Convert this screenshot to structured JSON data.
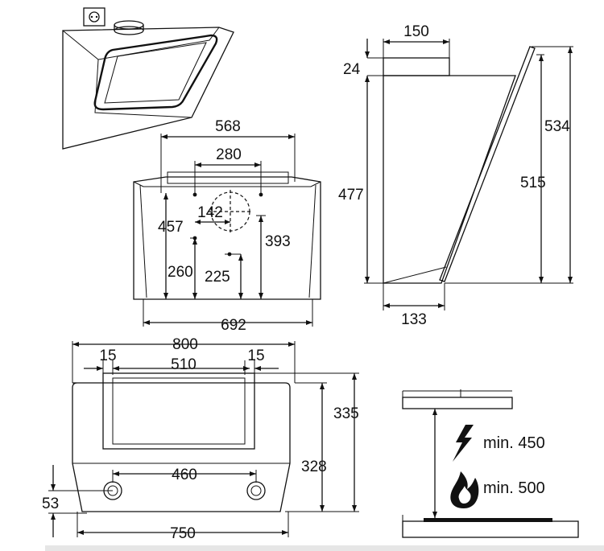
{
  "front_view": {
    "dims": {
      "width_top": "568",
      "holes_top": "280",
      "duct_offset": "142",
      "left_height": "457",
      "right_height": "393",
      "low_left": "260",
      "low_right": "225",
      "width_bottom": "692"
    }
  },
  "side_view": {
    "dims": {
      "duct_width": "150",
      "duct_height": "24",
      "body_height": "477",
      "total_height": "534",
      "glass_height": "515",
      "depth_bottom": "133"
    }
  },
  "top_view": {
    "dims": {
      "total_width": "800",
      "margin_left": "15",
      "panel_width": "510",
      "margin_right": "15",
      "holes_spacing": "460",
      "bottom_width": "750",
      "hole_height": "53",
      "height_a": "335",
      "height_b": "328"
    }
  },
  "clearance": {
    "electric_label": "min. 450",
    "gas_label": "min. 500",
    "electric_icon": "lightning-icon",
    "gas_icon": "flame-icon"
  }
}
